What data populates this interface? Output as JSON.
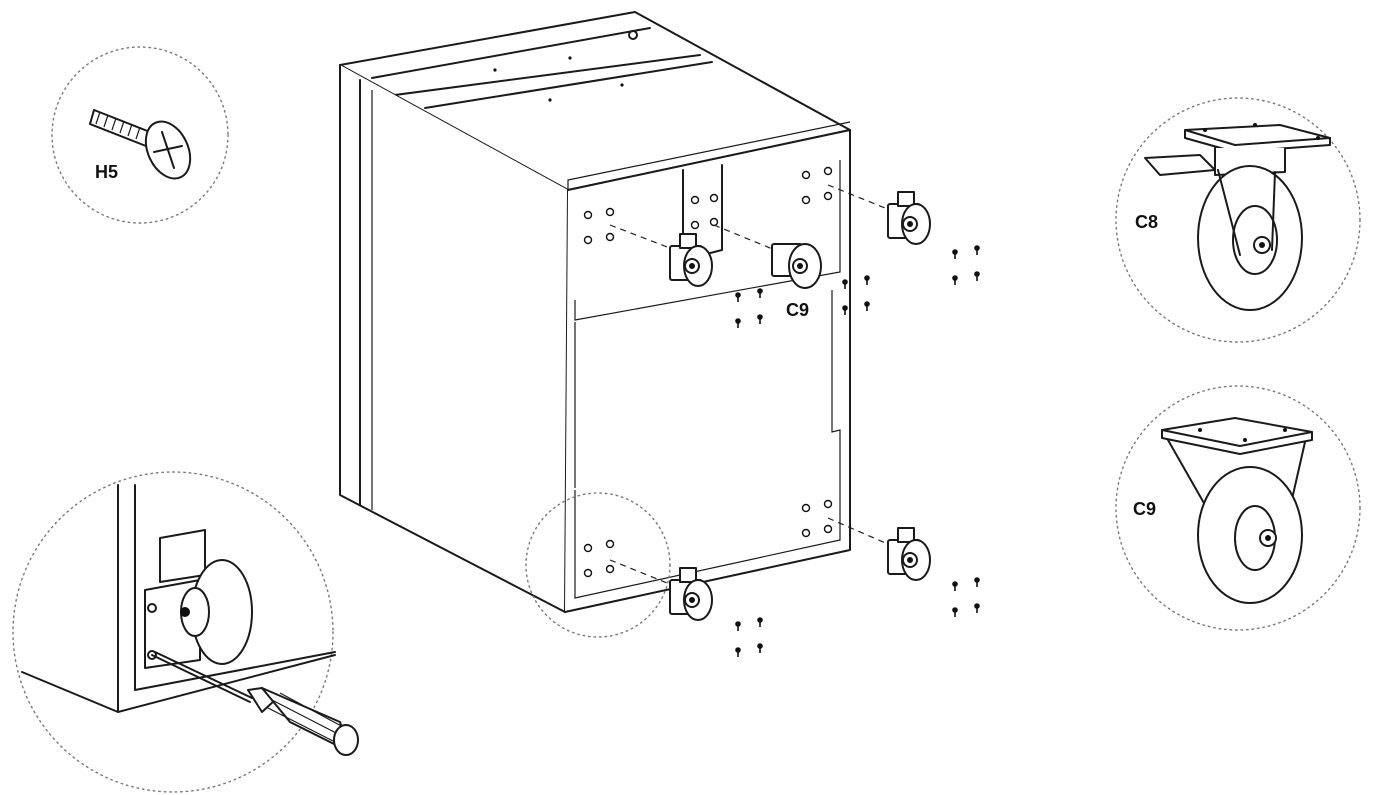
{
  "labels": {
    "screw_callout": "H5",
    "caster_swivel": "C8",
    "caster_fixed": "C9",
    "caster_mounted": "C9"
  }
}
